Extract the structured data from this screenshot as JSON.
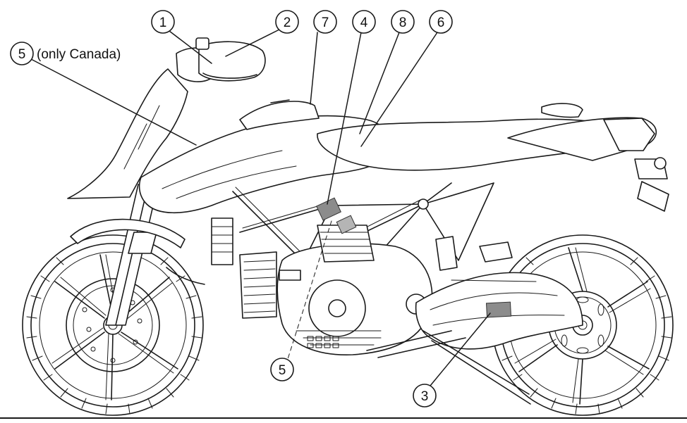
{
  "figure": {
    "callouts": [
      {
        "id": "c1",
        "number": "1"
      },
      {
        "id": "c2",
        "number": "2"
      },
      {
        "id": "c7",
        "number": "7"
      },
      {
        "id": "c4",
        "number": "4"
      },
      {
        "id": "c8",
        "number": "8"
      },
      {
        "id": "c6",
        "number": "6"
      },
      {
        "id": "c5a",
        "number": "5",
        "note": "(only Canada)"
      },
      {
        "id": "c5b",
        "number": "5"
      },
      {
        "id": "c3",
        "number": "3"
      }
    ]
  }
}
